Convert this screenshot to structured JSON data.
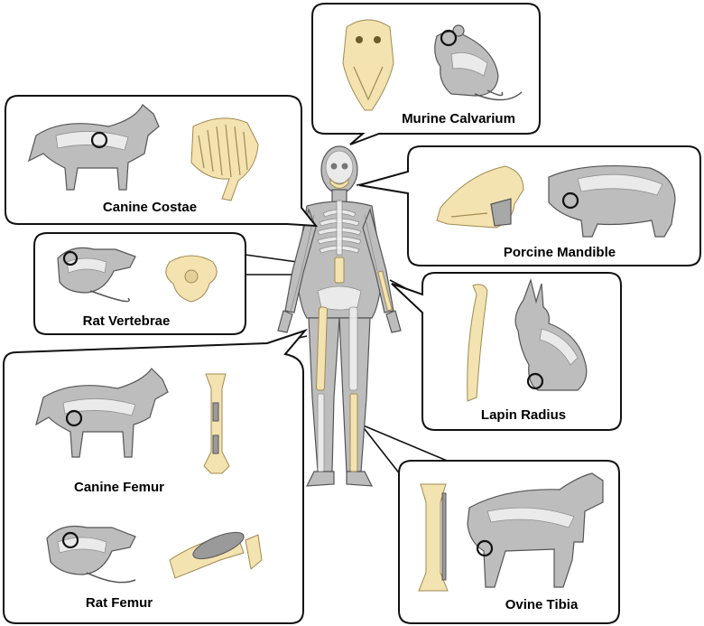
{
  "panels": {
    "murine_calvarium": {
      "label": "Murine Calvarium"
    },
    "canine_costae": {
      "label": "Canine Costae"
    },
    "porcine_mandible": {
      "label": "Porcine Mandible"
    },
    "rat_vertebrae": {
      "label": "Rat Vertebrae"
    },
    "lapin_radius": {
      "label": "Lapin Radius"
    },
    "canine_femur": {
      "label": "Canine Femur"
    },
    "rat_femur": {
      "label": "Rat Femur"
    },
    "ovine_tibia": {
      "label": "Ovine Tibia"
    }
  },
  "colors": {
    "highlight_bone": "#f3e3b1",
    "skin": "#bdbdbd",
    "outline": "#111111"
  }
}
